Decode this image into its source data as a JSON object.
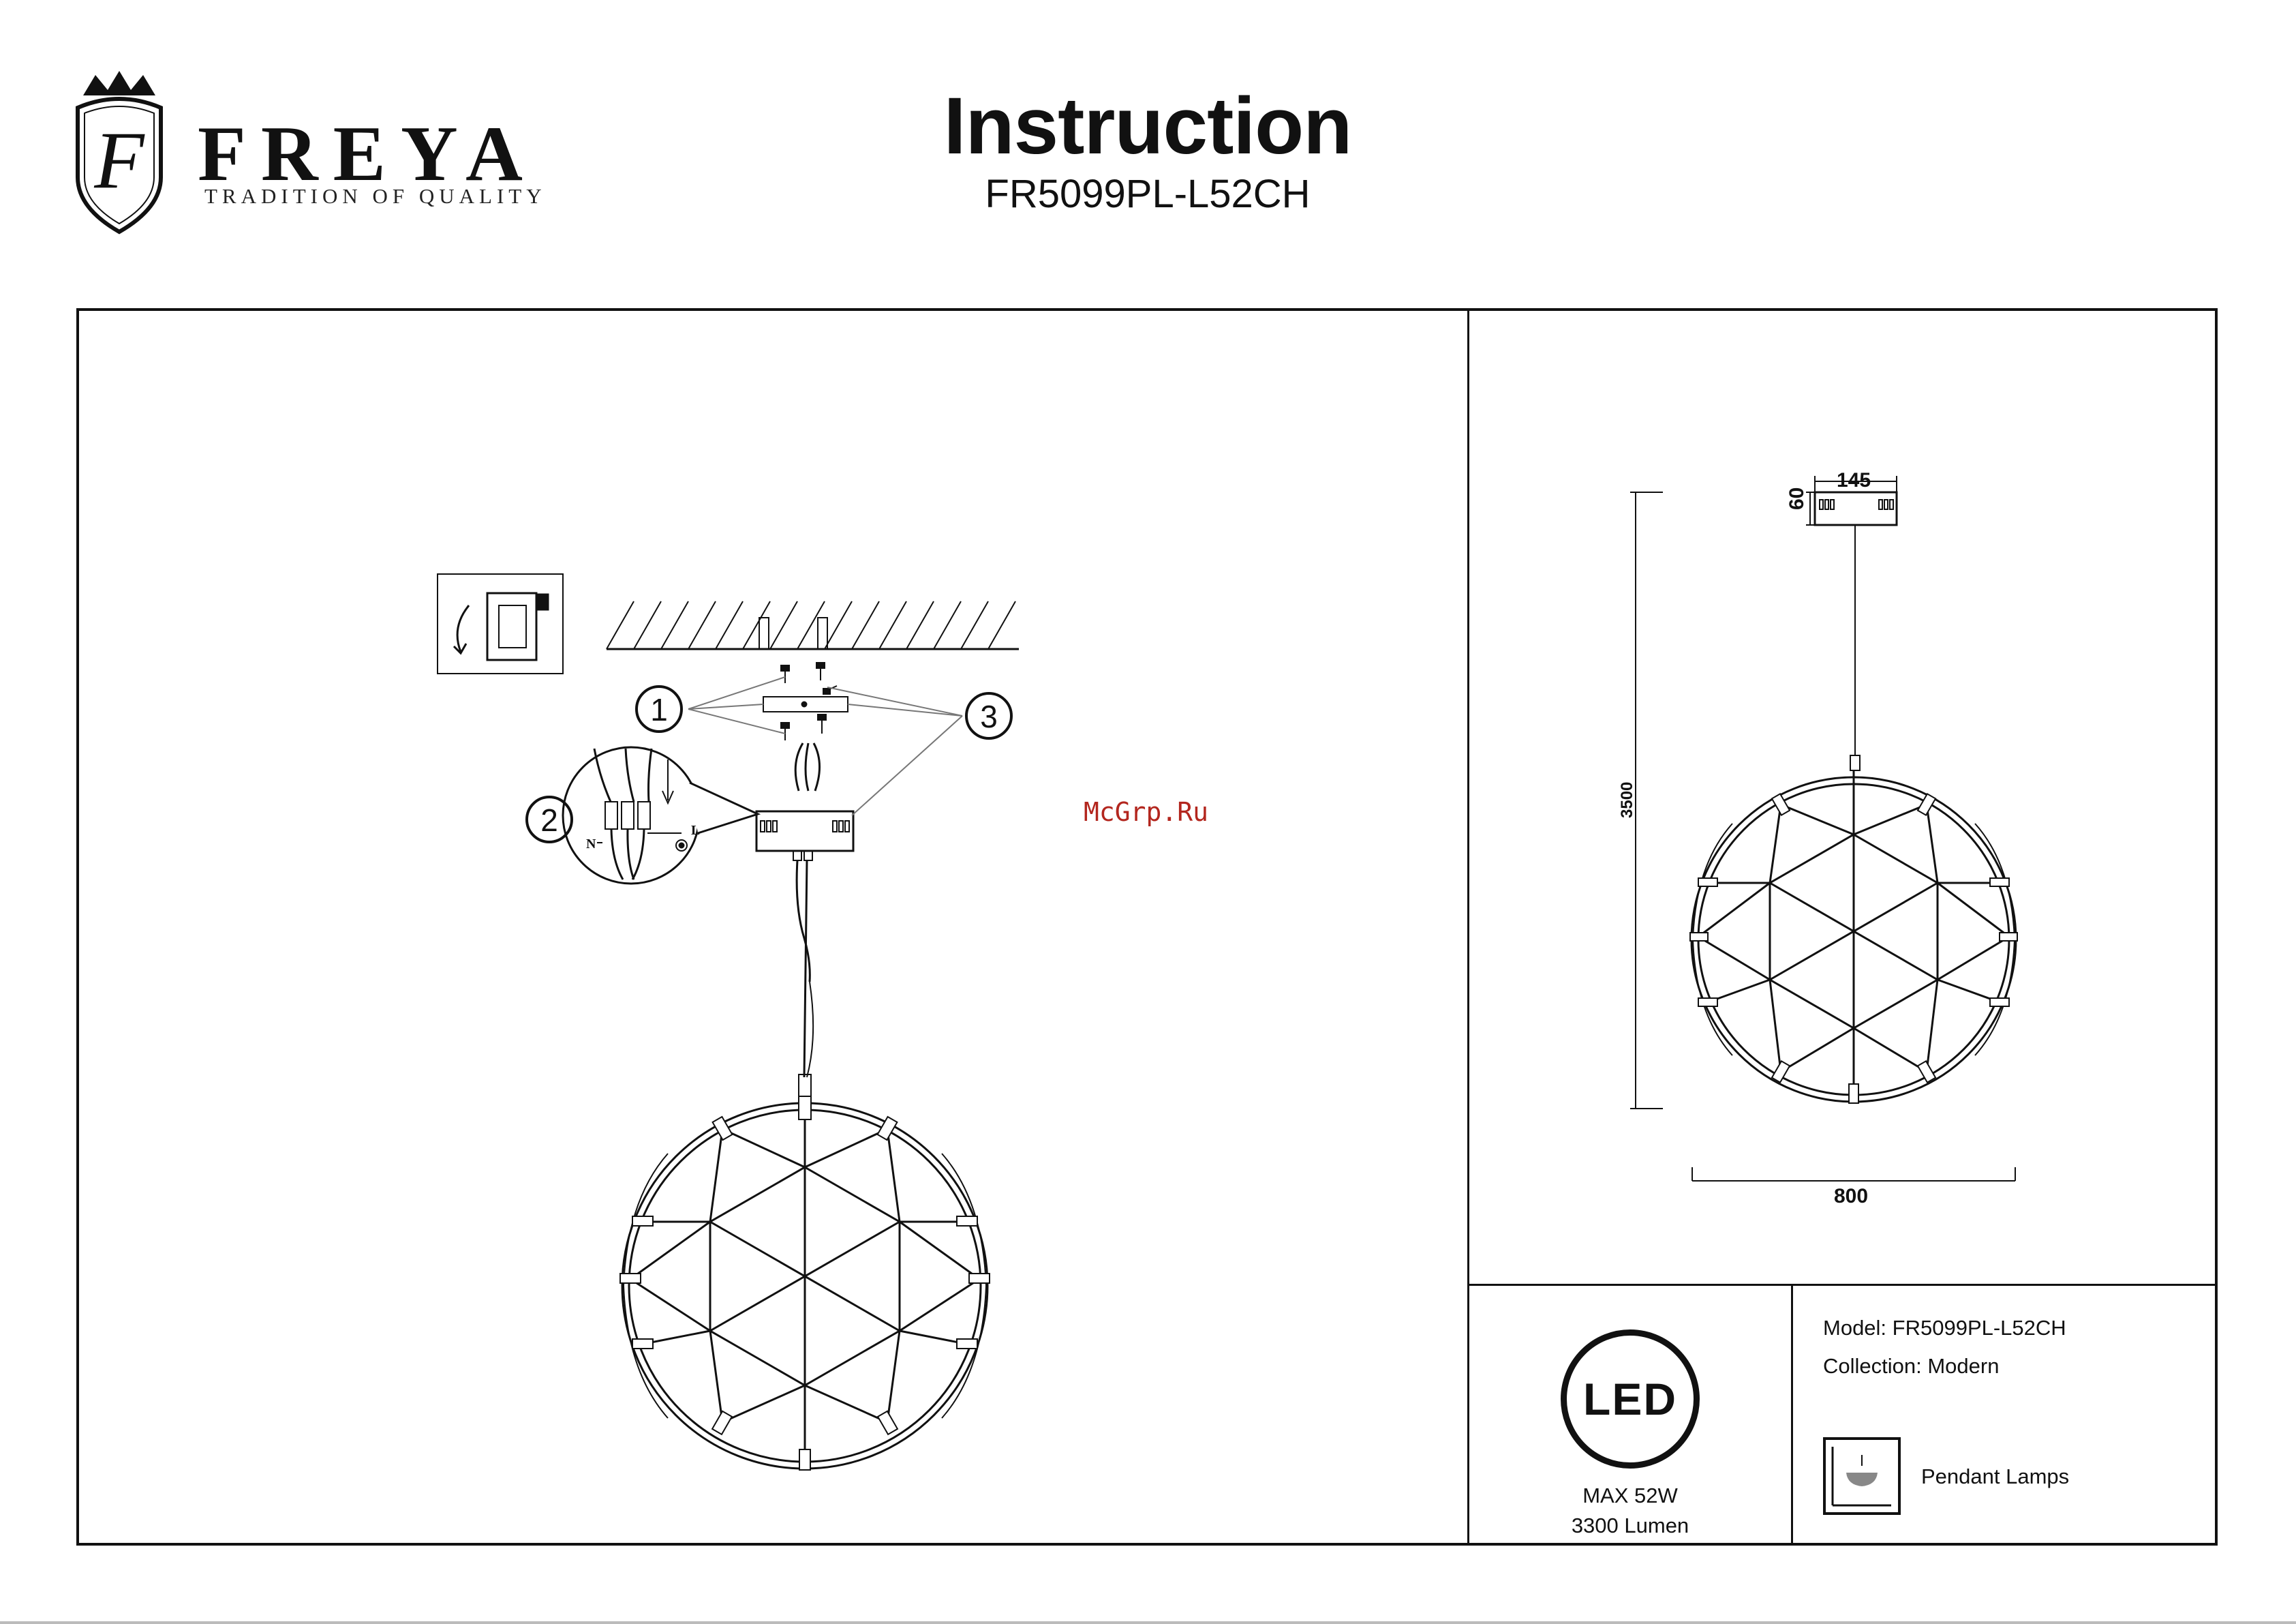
{
  "brand": {
    "name": "FREYA",
    "tagline": "TRADITION OF QUALITY",
    "crest_letter": "F"
  },
  "header": {
    "title": "Instruction",
    "model_code": "FR5099PL-L52CH"
  },
  "watermark": "McGrp.Ru",
  "install_diagram": {
    "callouts": [
      "1",
      "2",
      "3"
    ],
    "wire_labels": {
      "neutral": "N",
      "live": "L"
    }
  },
  "dimensions": {
    "canopy_width": "145",
    "canopy_height": "60",
    "total_height": "3500",
    "diameter": "800"
  },
  "specs": {
    "led_label": "LED",
    "max_power": "MAX 52W",
    "lumen": "3300 Lumen",
    "model": "Model: FR5099PL-L52CH",
    "collection": "Collection: Modern",
    "type": "Pendant Lamps"
  },
  "colors": {
    "line": "#111111",
    "watermark": "#b3261e"
  }
}
